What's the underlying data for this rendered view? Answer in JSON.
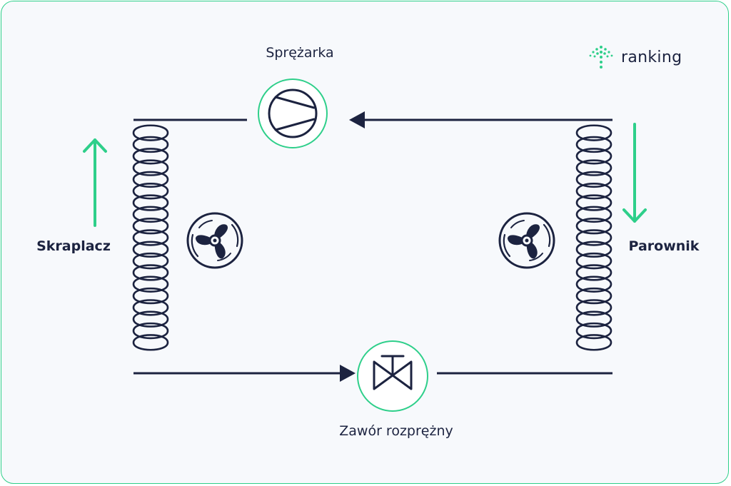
{
  "labels": {
    "compressor": "Sprężarka",
    "condenser": "Skraplacz",
    "evaporator": "Parownik",
    "expansion_valve": "Zawór rozprężny"
  },
  "logo": {
    "text": "ranking"
  },
  "colors": {
    "accent": "#2ecf8a",
    "ink": "#1c2340",
    "background": "#f7f9fc"
  }
}
